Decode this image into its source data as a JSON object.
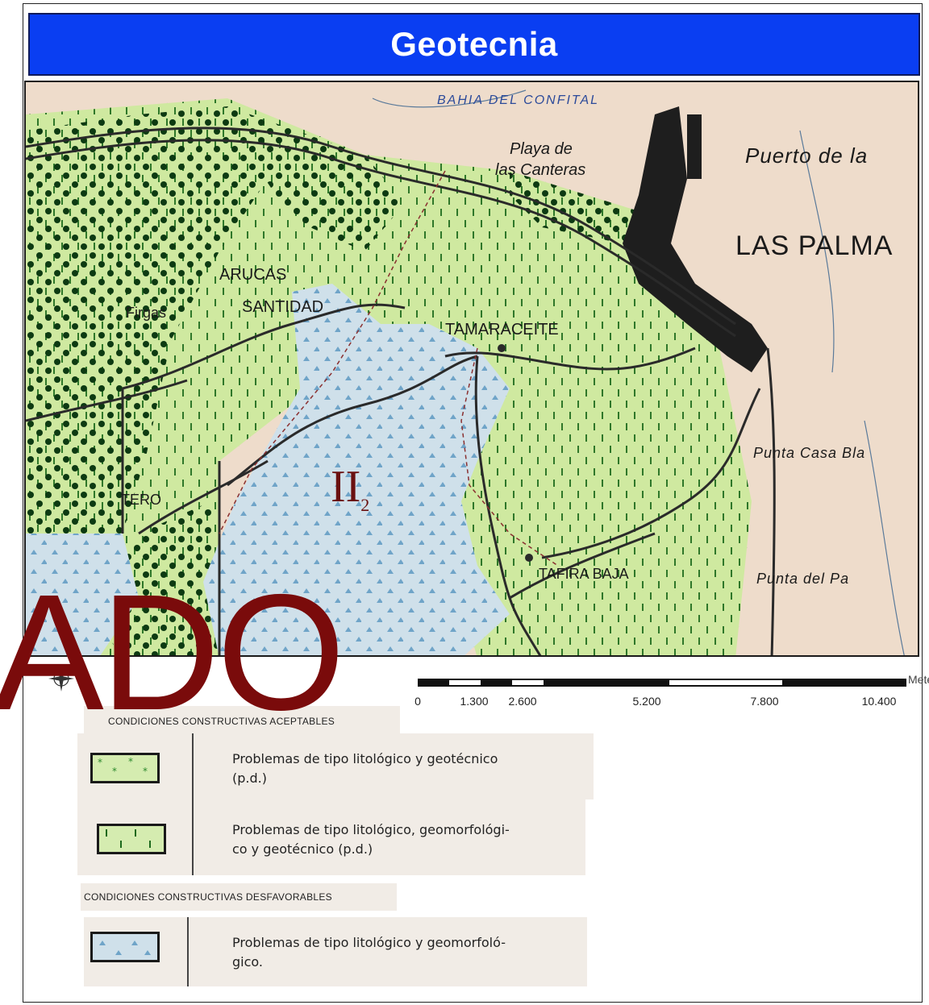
{
  "title": "Geotecnia",
  "map": {
    "places": {
      "bahia": "BAHIA DEL CONFITAL",
      "playa_line1": "Playa de",
      "playa_line2": "las Canteras",
      "puerto": "Puerto de la",
      "las_palmas": "LAS PALMA",
      "arucas": "ARUCAS",
      "santidad": "SANTIDAD",
      "firgas": "Firgas",
      "tamaraceite": "TAMARACEITE",
      "punta_casa": "Punta Casa Bla",
      "tafira": "TAFIRA BAJA",
      "punta_del": "Punta del Pa",
      "teror": "TERO"
    },
    "zone_label": "II",
    "zone_sub": "2",
    "colors": {
      "background": "#eedccb",
      "aceptable_green": "#cfe9a0",
      "desfavorable_blue": "#cfe0ea",
      "road": "#2a2a2a",
      "urban": "#1e1e1e"
    }
  },
  "watermark": "ADO",
  "scale": {
    "unit": "Meters",
    "ticks": [
      "0",
      "1.300",
      "2.600",
      "5.200",
      "7.800",
      "10.400"
    ]
  },
  "legend": {
    "aceptables_header": "CONDICIONES CONSTRUCTIVAS ACEPTABLES",
    "desfavorables_header": "CONDICIONES CONSTRUCTIVAS DESFAVORABLES",
    "items": [
      {
        "line1": "Problemas de tipo litológico y geotécnico",
        "line2": "(p.d.)",
        "pattern": "green-stars"
      },
      {
        "line1": "Problemas de tipo litológico, geomorfológi-",
        "line2": "co y geotécnico (p.d.)",
        "pattern": "green-dashes"
      },
      {
        "line1": "Problemas de tipo litológico y geomorfoló-",
        "line2": "gico.",
        "pattern": "blue-triangles"
      }
    ]
  }
}
